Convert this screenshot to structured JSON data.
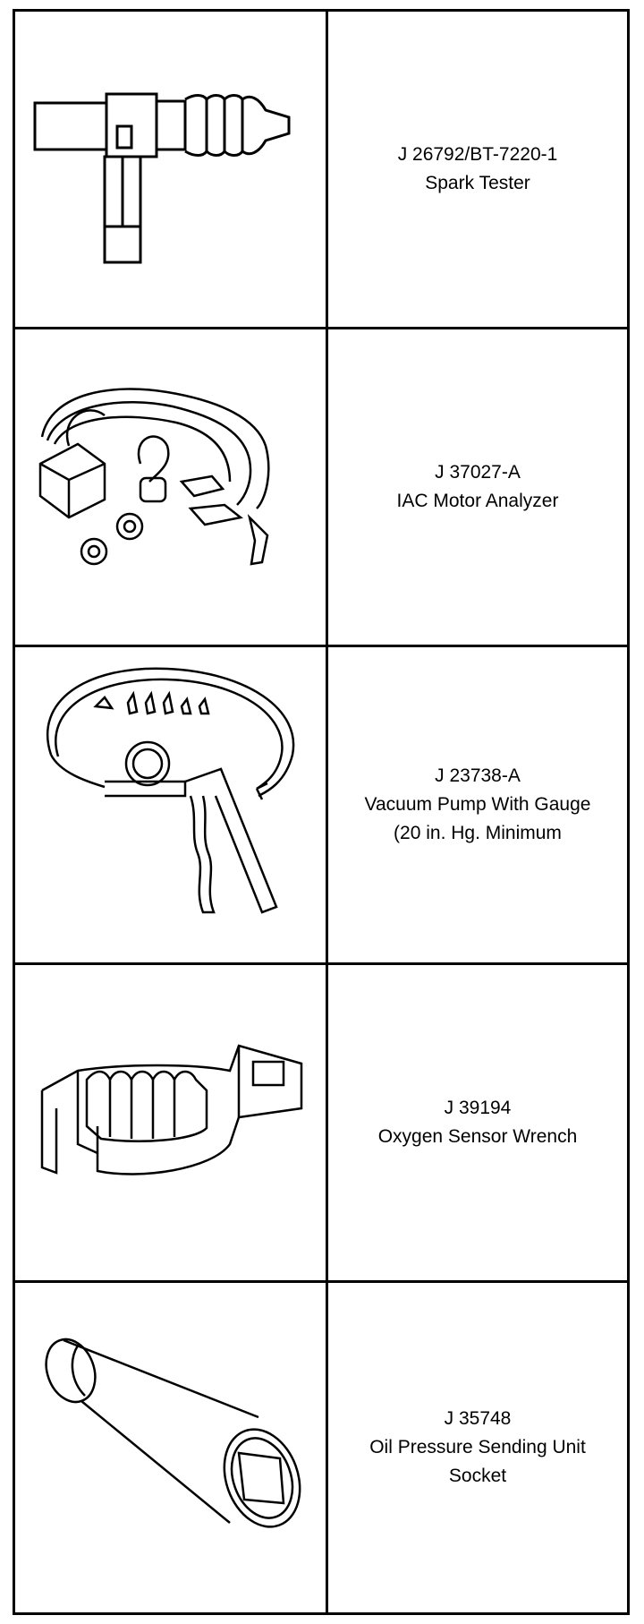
{
  "tools": [
    {
      "part_number": "J 26792/BT-7220-1",
      "description": [
        "Spark Tester"
      ],
      "icon": "spark-tester-icon"
    },
    {
      "part_number": "J 37027-A",
      "description": [
        "IAC Motor Analyzer"
      ],
      "icon": "iac-motor-analyzer-icon"
    },
    {
      "part_number": "J 23738-A",
      "description": [
        "Vacuum Pump With Gauge",
        "(20 in. Hg. Minimum"
      ],
      "icon": "vacuum-pump-icon"
    },
    {
      "part_number": "J 39194",
      "description": [
        "Oxygen Sensor Wrench"
      ],
      "icon": "oxygen-sensor-wrench-icon"
    },
    {
      "part_number": "J 35748",
      "description": [
        "Oil Pressure Sending Unit",
        "Socket"
      ],
      "icon": "oil-pressure-socket-icon"
    }
  ]
}
